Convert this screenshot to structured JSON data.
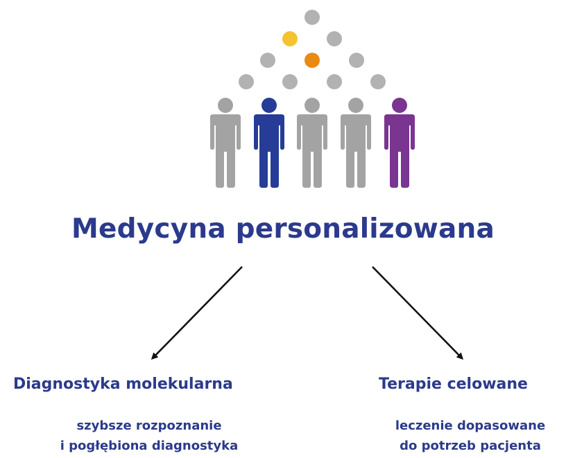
{
  "title": "Medycyna personalizowana",
  "branches": [
    {
      "heading": "Diagnostyka molekularna",
      "lines": [
        "szybsze rozpoznanie",
        "i pogłębiona diagnostyka"
      ]
    },
    {
      "heading": "Terapie celowane",
      "lines": [
        "leczenie dopasowane",
        "do potrzeb pacjenta"
      ]
    }
  ],
  "colors": {
    "text": "#2b3a8c",
    "gray": "#a3a3a3",
    "dot_gray": "#b2b2b2",
    "yellow": "#f4c430",
    "orange": "#ea8a12",
    "blue": "#263c96",
    "purple": "#7a3590",
    "arrow": "#111111"
  }
}
